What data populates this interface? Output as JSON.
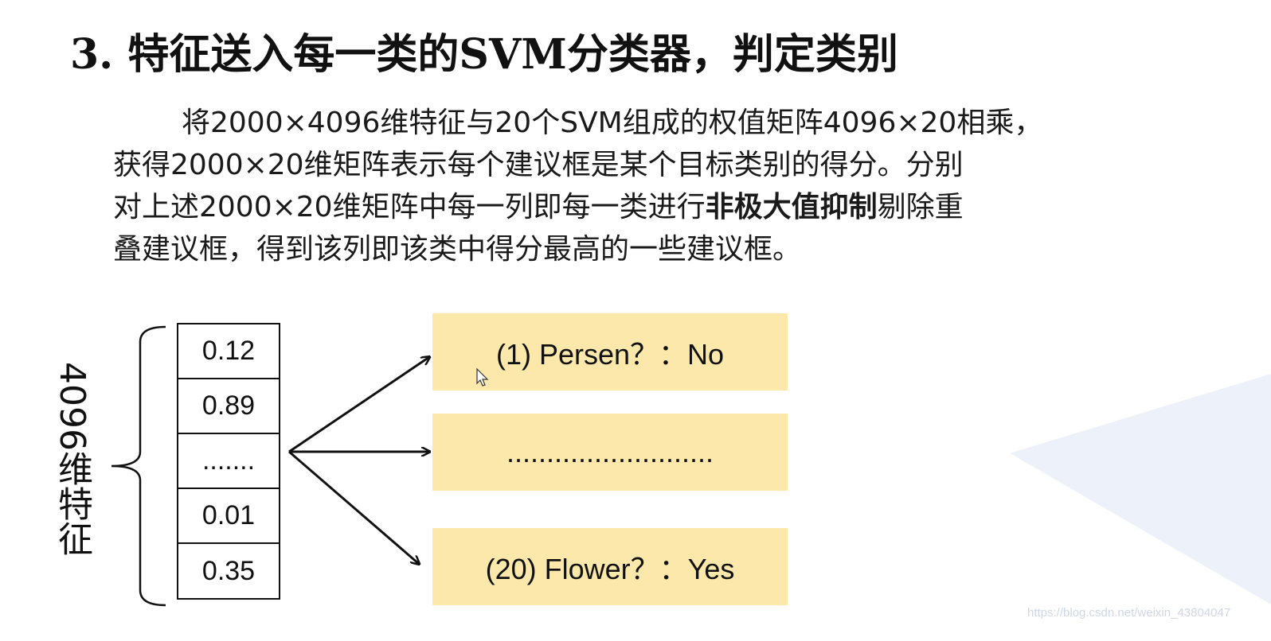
{
  "title": "3. 特征送入每一类的SVM分类器，判定类别",
  "paragraph": {
    "line1": "将2000×4096维特征与20个SVM组成的权值矩阵4096×20相乘，",
    "line2": "获得2000×20维矩阵表示每个建议框是某个目标类别的得分。分别",
    "line3_pre": "对上述2000×20维矩阵中每一列即每一类进行",
    "line3_bold": "非极大值抑制",
    "line3_post": "剔除重",
    "line4": "叠建议框，得到该列即该类中得分最高的一些建议框。"
  },
  "diagram": {
    "vector_label": "4096维特征",
    "vector_cells": [
      "0.12",
      "0.89",
      ".......",
      "0.01",
      "0.35"
    ],
    "outputs": [
      "(1) Persen？：No",
      "..........................",
      "(20) Flower？：Yes"
    ],
    "box_color": "#fbe8aa"
  },
  "watermark": "https://blog.csdn.net/weixin_43804047",
  "colors": {
    "background": "#ffffff",
    "decoration": "#e8edf8"
  }
}
